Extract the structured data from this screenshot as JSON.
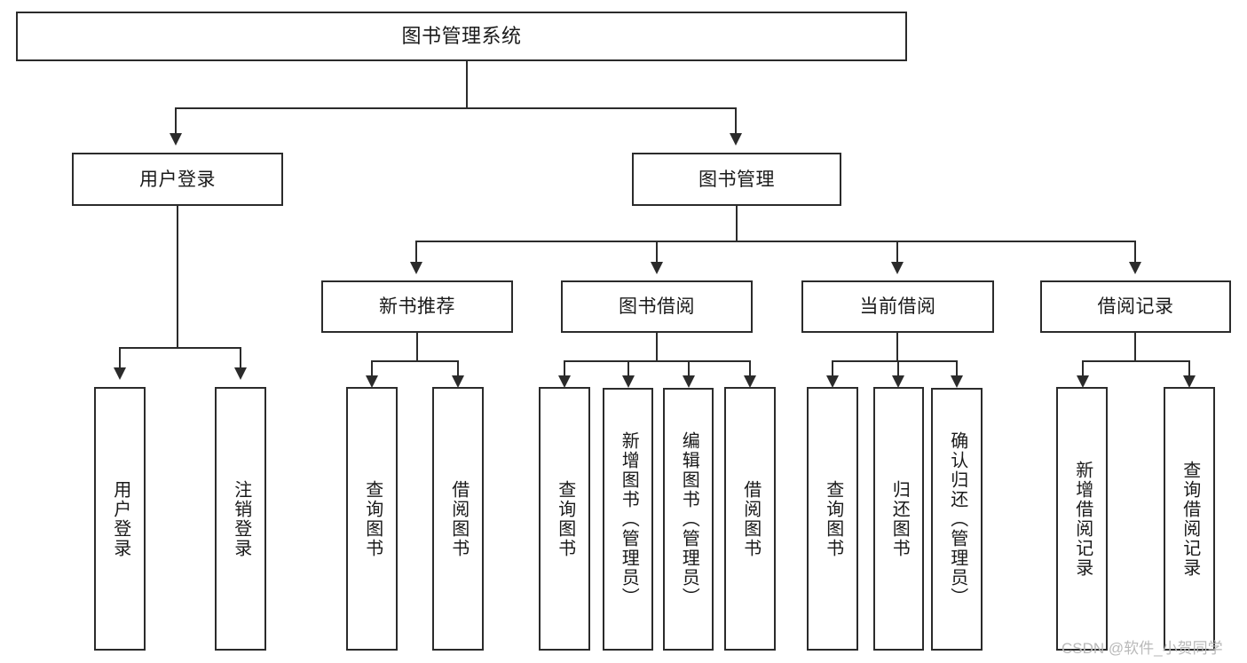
{
  "diagram": {
    "title": "图书管理系统",
    "type": "functional-decomposition-tree",
    "root": {
      "label": "图书管理系统"
    },
    "level2": [
      {
        "label": "用户登录"
      },
      {
        "label": "图书管理"
      }
    ],
    "level3": [
      {
        "label": "新书推荐"
      },
      {
        "label": "图书借阅"
      },
      {
        "label": "当前借阅"
      },
      {
        "label": "借阅记录"
      }
    ],
    "leaves": [
      {
        "label": "用户登录",
        "parent": "用户登录"
      },
      {
        "label": "注销登录",
        "parent": "用户登录"
      },
      {
        "label": "查询图书",
        "parent": "新书推荐"
      },
      {
        "label": "借阅图书",
        "parent": "新书推荐"
      },
      {
        "label": "查询图书",
        "parent": "图书借阅"
      },
      {
        "label": "新增图书（管理员）",
        "parent": "图书借阅"
      },
      {
        "label": "编辑图书（管理员）",
        "parent": "图书借阅"
      },
      {
        "label": "借阅图书",
        "parent": "图书借阅"
      },
      {
        "label": "查询图书",
        "parent": "当前借阅"
      },
      {
        "label": "归还图书",
        "parent": "当前借阅"
      },
      {
        "label": "确认归还（管理员）",
        "parent": "当前借阅"
      },
      {
        "label": "新增借阅记录",
        "parent": "借阅记录"
      },
      {
        "label": "查询借阅记录",
        "parent": "借阅记录"
      }
    ]
  },
  "watermark": {
    "text": "CSDN @软件_小贺同学"
  },
  "colors": {
    "stroke": "#2b2b2b",
    "fill": "#ffffff",
    "text": "#1a1a1a",
    "watermark": "#b9b9b9"
  }
}
